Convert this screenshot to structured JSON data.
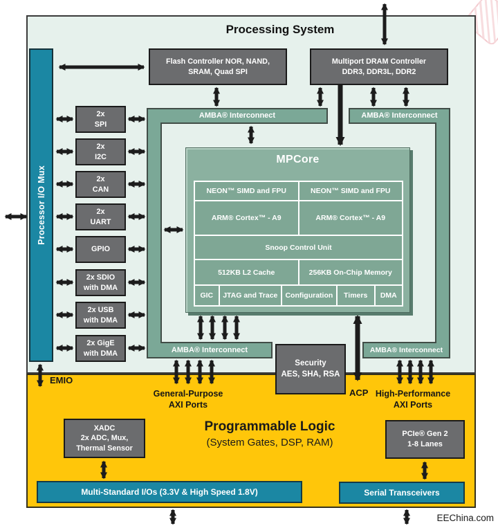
{
  "colors": {
    "teal": "#1b87a3",
    "yellow": "#ffc60a",
    "green_frame": "#7ba897",
    "green_cell": "#7fa795",
    "green_mpcore": "#8bb1a0",
    "green_light": "#e6f1ec",
    "gray_box": "#6b6c6e",
    "ink": "#1d1d1b",
    "white": "#ffffff"
  },
  "processing_system": {
    "title": "Processing System",
    "io_mux_label": "Processor I/O Mux",
    "flash_controller": {
      "line1": "Flash Controller NOR, NAND,",
      "line2": "SRAM, Quad SPI"
    },
    "dram_controller": {
      "line1": "Multiport DRAM Controller",
      "line2": "DDR3, DDR3L, DDR2"
    },
    "amba_label": "AMBA® Interconnect",
    "peripherals": [
      {
        "line1": "2x",
        "line2": "SPI"
      },
      {
        "line1": "2x",
        "line2": "I2C"
      },
      {
        "line1": "2x",
        "line2": "CAN"
      },
      {
        "line1": "2x",
        "line2": "UART"
      },
      {
        "line1": "GPIO",
        "line2": ""
      },
      {
        "line1": "2x SDIO",
        "line2": "with DMA"
      },
      {
        "line1": "2x USB",
        "line2": "with DMA"
      },
      {
        "line1": "2x GigE",
        "line2": "with DMA"
      }
    ],
    "mpcore": {
      "title": "MPCore",
      "neon": "NEON™ SIMD and FPU",
      "cortex": "ARM® Cortex™ - A9",
      "snoop": "Snoop Control Unit",
      "l2": "512KB L2 Cache",
      "ocm": "256KB On-Chip Memory",
      "row5": [
        "GIC",
        "JTAG and Trace",
        "Configuration",
        "Timers",
        "DMA"
      ]
    },
    "security": {
      "line1": "Security",
      "line2": "AES, SHA, RSA"
    }
  },
  "labels": {
    "emio": "EMIO",
    "gp_axi_line1": "General-Purpose",
    "gp_axi_line2": "AXI Ports",
    "acp": "ACP",
    "hp_axi_line1": "High-Performance",
    "hp_axi_line2": "AXI Ports"
  },
  "programmable_logic": {
    "title": "Programmable Logic",
    "subtitle": "(System Gates, DSP, RAM)",
    "xadc": {
      "line1": "XADC",
      "line2": "2x ADC, Mux,",
      "line3": "Thermal Sensor"
    },
    "pcie": {
      "line1": "PCIe® Gen 2",
      "line2": "1-8 Lanes"
    },
    "multi_standard_ios": "Multi-Standard I/Os (3.3V & High Speed 1.8V)",
    "serial_transceivers": "Serial Transceivers"
  },
  "watermark": "EEChina.com"
}
